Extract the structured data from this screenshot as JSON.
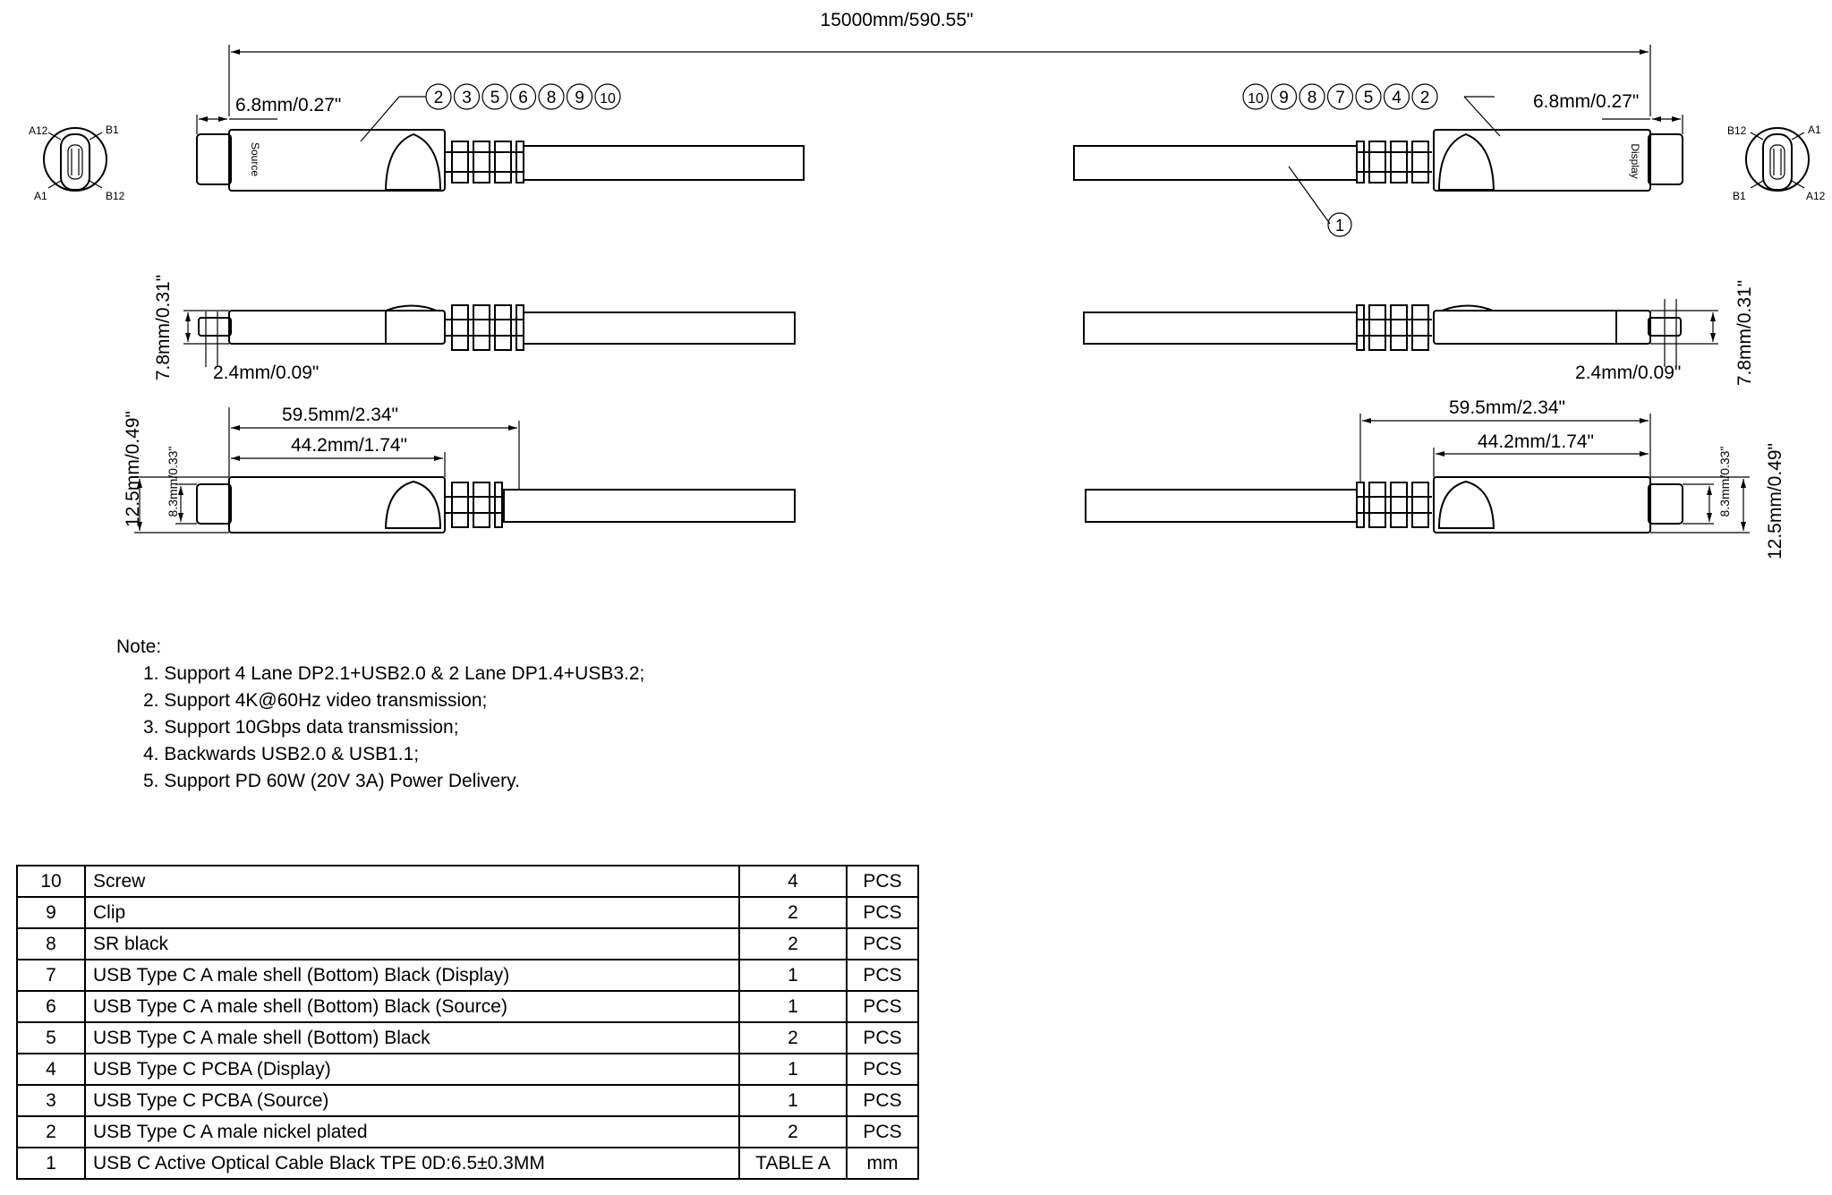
{
  "drawing": {
    "overall_length": "15000mm/590.55\"",
    "plug_tip_length_left": "6.8mm/0.27\"",
    "plug_tip_length_right": "6.8mm/0.27\"",
    "balloons_left": [
      "2",
      "3",
      "5",
      "6",
      "8",
      "9",
      "10"
    ],
    "balloons_right": [
      "10",
      "9",
      "8",
      "7",
      "5",
      "4",
      "2"
    ],
    "balloon_cable": "1",
    "label_source": "Source",
    "label_display": "Display",
    "thickness_left": "7.8mm/0.31\"",
    "thickness_right": "7.8mm/0.31\"",
    "plug_thickness_left": "2.4mm/0.09\"",
    "plug_thickness_right": "2.4mm/0.09\"",
    "overmold_length_left": "59.5mm/2.34\"",
    "overmold_length_right": "59.5mm/2.34\"",
    "shell_length_left": "44.2mm/1.74\"",
    "shell_length_right": "44.2mm/1.74\"",
    "width_left": "12.5mm/0.49\"",
    "width_right": "12.5mm/0.49\"",
    "plug_width_left": "8.3mm/0.33\"",
    "plug_width_right": "8.3mm/0.33\"",
    "pins_left": {
      "top_left": "A12",
      "top_right": "B1",
      "bottom_left": "A1",
      "bottom_right": "B12"
    },
    "pins_right": {
      "top_left": "B12",
      "top_right": "A1",
      "bottom_left": "B1",
      "bottom_right": "A12"
    }
  },
  "notes": {
    "title": "Note:",
    "items": [
      "1. Support 4 Lane DP2.1+USB2.0 & 2 Lane DP1.4+USB3.2;",
      "2. Support 4K@60Hz video transmission;",
      "3. Support 10Gbps data transmission;",
      "4. Backwards USB2.0 & USB1.1;",
      "5. Support PD 60W (20V 3A) Power Delivery."
    ]
  },
  "bom": [
    {
      "no": "10",
      "desc": "Screw",
      "qty": "4",
      "unit": "PCS"
    },
    {
      "no": "9",
      "desc": "Clip",
      "qty": "2",
      "unit": "PCS"
    },
    {
      "no": "8",
      "desc": "SR black",
      "qty": "2",
      "unit": "PCS"
    },
    {
      "no": "7",
      "desc": "USB Type C A male shell (Bottom) Black (Display)",
      "qty": "1",
      "unit": "PCS"
    },
    {
      "no": "6",
      "desc": "USB Type C A male shell (Bottom) Black (Source)",
      "qty": "1",
      "unit": "PCS"
    },
    {
      "no": "5",
      "desc": "USB Type C A male shell (Bottom) Black",
      "qty": "2",
      "unit": "PCS"
    },
    {
      "no": "4",
      "desc": "USB Type C PCBA (Display)",
      "qty": "1",
      "unit": "PCS"
    },
    {
      "no": "3",
      "desc": "USB Type C PCBA (Source)",
      "qty": "1",
      "unit": "PCS"
    },
    {
      "no": "2",
      "desc": "USB Type C A male nickel plated",
      "qty": "2",
      "unit": "PCS"
    },
    {
      "no": "1",
      "desc": "USB C Active Optical Cable Black TPE 0D:6.5±0.3MM",
      "qty": "TABLE A",
      "unit": "mm"
    }
  ]
}
